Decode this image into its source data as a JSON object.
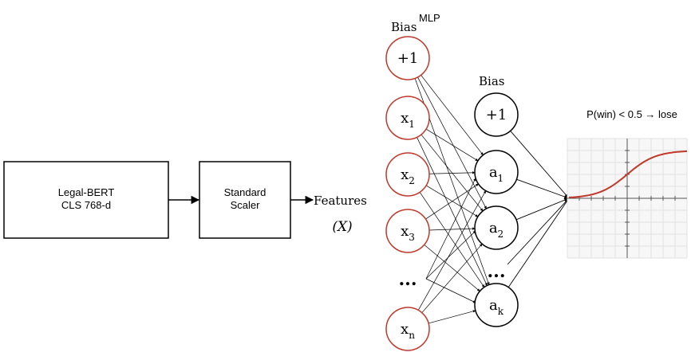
{
  "pipeline": {
    "encoder_line1": "Legal-BERT",
    "encoder_line2": "CLS 768-d",
    "scaler_line1": "Standard",
    "scaler_line2": "Scaler",
    "features_label": "Features",
    "features_symbol": "(X)"
  },
  "network": {
    "title": "MLP",
    "input_bias_label": "Bias",
    "hidden_bias_label": "Bias",
    "input_nodes": [
      {
        "base": "+1",
        "sub": ""
      },
      {
        "base": "x",
        "sub": "1"
      },
      {
        "base": "x",
        "sub": "2"
      },
      {
        "base": "x",
        "sub": "3"
      },
      {
        "base": "x",
        "sub": "n"
      }
    ],
    "input_ellipsis": "...",
    "hidden_nodes": [
      {
        "base": "+1",
        "sub": ""
      },
      {
        "base": "a",
        "sub": "1"
      },
      {
        "base": "a",
        "sub": "2"
      },
      {
        "base": "a",
        "sub": "k"
      }
    ],
    "hidden_ellipsis": "...",
    "input_node_color": "#c0392b",
    "hidden_node_color": "#000000"
  },
  "output": {
    "rule_label": "P(win) < 0.5 → lose",
    "curve_color": "#c0392b"
  }
}
